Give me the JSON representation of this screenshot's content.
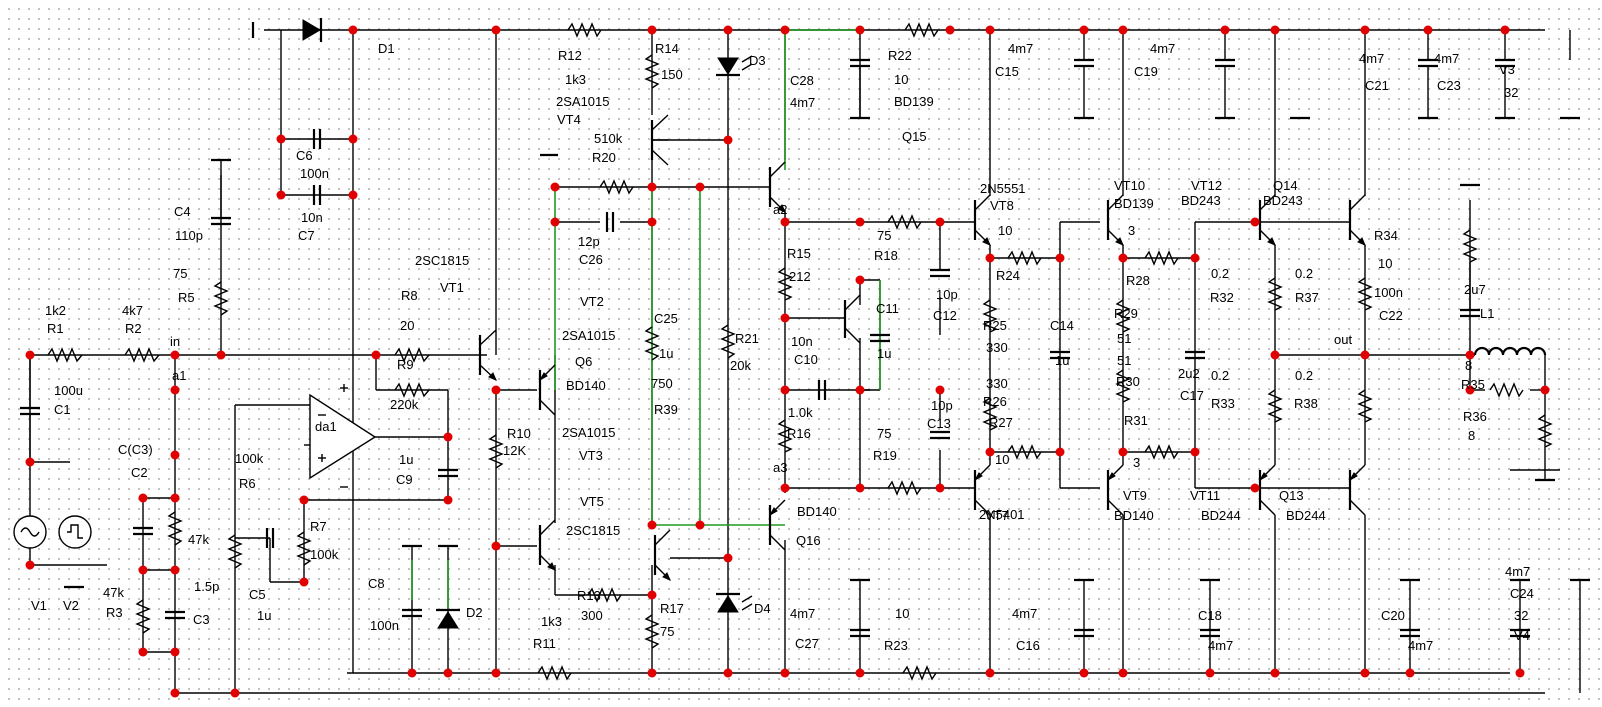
{
  "labels": [
    [
      "1k2",
      45,
      315
    ],
    [
      "R1",
      47,
      333
    ],
    [
      "4k7",
      122,
      315
    ],
    [
      "R2",
      125,
      333
    ],
    [
      "in",
      170,
      346
    ],
    [
      "a1",
      172,
      380
    ],
    [
      "100u",
      54,
      395
    ],
    [
      "C1",
      54,
      414
    ],
    [
      "C(C3)",
      118,
      454
    ],
    [
      "C2",
      131,
      477
    ],
    [
      "47k",
      188,
      544
    ],
    [
      "47k",
      103,
      597
    ],
    [
      "R3",
      106,
      617
    ],
    [
      "1.5p",
      194,
      591
    ],
    [
      "C3",
      193,
      624
    ],
    [
      "V1",
      31,
      610
    ],
    [
      "V2",
      63,
      610
    ],
    [
      "C4",
      174,
      216
    ],
    [
      "110p",
      175,
      240
    ],
    [
      "75",
      173,
      278
    ],
    [
      "R5",
      178,
      302
    ],
    [
      "D1",
      378,
      53
    ],
    [
      "C6",
      296,
      160
    ],
    [
      "100n",
      300,
      178
    ],
    [
      "10n",
      301,
      222
    ],
    [
      "C7",
      298,
      240
    ],
    [
      "2SC1815",
      415,
      265
    ],
    [
      "VT1",
      440,
      292
    ],
    [
      "R8",
      401,
      300
    ],
    [
      "20",
      400,
      330
    ],
    [
      "R9",
      397,
      369
    ],
    [
      "220k",
      390,
      409
    ],
    [
      "da1",
      315,
      431
    ],
    [
      "1u",
      399,
      464
    ],
    [
      "C9",
      396,
      484
    ],
    [
      "100k",
      235,
      463
    ],
    [
      "R6",
      239,
      488
    ],
    [
      "C5",
      249,
      599
    ],
    [
      "1u",
      257,
      620
    ],
    [
      "R7",
      310,
      531
    ],
    [
      "100k",
      310,
      559
    ],
    [
      "C8",
      368,
      588
    ],
    [
      "100n",
      370,
      630
    ],
    [
      "D2",
      466,
      617
    ],
    [
      "R10",
      507,
      438
    ],
    [
      "12K",
      503,
      455
    ],
    [
      "R12",
      558,
      60
    ],
    [
      "1k3",
      565,
      84
    ],
    [
      "2SA1015",
      556,
      106
    ],
    [
      "VT4",
      557,
      124
    ],
    [
      "R14",
      655,
      53
    ],
    [
      "150",
      661,
      79
    ],
    [
      "D3",
      749,
      65
    ],
    [
      "510k",
      594,
      143
    ],
    [
      "R20",
      592,
      162
    ],
    [
      "12p",
      578,
      246
    ],
    [
      "C26",
      579,
      264
    ],
    [
      "VT2",
      580,
      306
    ],
    [
      "2SA1015",
      562,
      340
    ],
    [
      "Q6",
      575,
      366
    ],
    [
      "BD140",
      566,
      390
    ],
    [
      "C25",
      654,
      323
    ],
    [
      "1u",
      659,
      358
    ],
    [
      "750",
      651,
      388
    ],
    [
      "R39",
      654,
      414
    ],
    [
      "R21",
      735,
      343
    ],
    [
      "20k",
      730,
      370
    ],
    [
      "2SA1015",
      562,
      437
    ],
    [
      "VT3",
      579,
      460
    ],
    [
      "VT5",
      580,
      506
    ],
    [
      "2SC1815",
      566,
      535
    ],
    [
      "R13",
      577,
      600
    ],
    [
      "300",
      581,
      620
    ],
    [
      "1k3",
      541,
      626
    ],
    [
      "R11",
      533,
      648
    ],
    [
      "R17",
      660,
      613
    ],
    [
      "75",
      660,
      636
    ],
    [
      "D4",
      754,
      613
    ],
    [
      "C28",
      790,
      85
    ],
    [
      "4m7",
      790,
      107
    ],
    [
      "R22",
      888,
      60
    ],
    [
      "10",
      894,
      84
    ],
    [
      "BD139",
      894,
      106
    ],
    [
      "Q15",
      902,
      141
    ],
    [
      "a2",
      773,
      214
    ],
    [
      "R15",
      787,
      258
    ],
    [
      "212",
      789,
      281
    ],
    [
      "R18",
      874,
      260
    ],
    [
      "75",
      877,
      240
    ],
    [
      "C11",
      876,
      313
    ],
    [
      "1u",
      877,
      358
    ],
    [
      "10n",
      791,
      346
    ],
    [
      "C10",
      794,
      364
    ],
    [
      "1.0k",
      788,
      417
    ],
    [
      "R16",
      787,
      438
    ],
    [
      "75",
      877,
      438
    ],
    [
      "R19",
      873,
      460
    ],
    [
      "a3",
      773,
      472
    ],
    [
      "BD140",
      797,
      516
    ],
    [
      "Q16",
      796,
      545
    ],
    [
      "4m7",
      790,
      618
    ],
    [
      "C27",
      795,
      648
    ],
    [
      "10",
      895,
      618
    ],
    [
      "R23",
      884,
      650
    ],
    [
      "4m7",
      1008,
      53
    ],
    [
      "C15",
      995,
      76
    ],
    [
      "4m7",
      1150,
      53
    ],
    [
      "C19",
      1134,
      76
    ],
    [
      "2N5551",
      980,
      193
    ],
    [
      "VT8",
      990,
      210
    ],
    [
      "10",
      998,
      235
    ],
    [
      "R24",
      996,
      280
    ],
    [
      "10p",
      936,
      299
    ],
    [
      "C12",
      933,
      320
    ],
    [
      "R25",
      983,
      330
    ],
    [
      "330",
      986,
      352
    ],
    [
      "330",
      986,
      388
    ],
    [
      "R26",
      983,
      406
    ],
    [
      "10p",
      931,
      410
    ],
    [
      "C13",
      927,
      428
    ],
    [
      "R27",
      989,
      427
    ],
    [
      "10",
      995,
      464
    ],
    [
      "2N5401",
      979,
      519
    ],
    [
      "VT7",
      985,
      520
    ],
    [
      "C14",
      1050,
      330
    ],
    [
      "1u",
      1055,
      365
    ],
    [
      "VT10",
      1114,
      190
    ],
    [
      "BD139",
      1114,
      208
    ],
    [
      "3",
      1128,
      235
    ],
    [
      "R28",
      1126,
      285
    ],
    [
      "R29",
      1114,
      318
    ],
    [
      "51",
      1117,
      343
    ],
    [
      "51",
      1117,
      365
    ],
    [
      "R30",
      1116,
      386
    ],
    [
      "R31",
      1124,
      425
    ],
    [
      "3",
      1133,
      467
    ],
    [
      "VT9",
      1123,
      500
    ],
    [
      "BD140",
      1114,
      520
    ],
    [
      "4m7",
      1012,
      618
    ],
    [
      "C16",
      1016,
      650
    ],
    [
      "C18",
      1198,
      620
    ],
    [
      "4m7",
      1208,
      650
    ],
    [
      "VT12",
      1191,
      190
    ],
    [
      "BD243",
      1181,
      205
    ],
    [
      "Q14",
      1273,
      190
    ],
    [
      "BD243",
      1263,
      205
    ],
    [
      "0.2",
      1211,
      278
    ],
    [
      "R32",
      1210,
      302
    ],
    [
      "0.2",
      1295,
      278
    ],
    [
      "R37",
      1295,
      302
    ],
    [
      "2u2",
      1178,
      378
    ],
    [
      "C17",
      1180,
      400
    ],
    [
      "0.2",
      1211,
      380
    ],
    [
      "R33",
      1211,
      408
    ],
    [
      "0.2",
      1295,
      380
    ],
    [
      "R38",
      1294,
      408
    ],
    [
      "VT11",
      1190,
      500
    ],
    [
      "BD244",
      1201,
      520
    ],
    [
      "Q13",
      1279,
      500
    ],
    [
      "BD244",
      1286,
      520
    ],
    [
      "out",
      1334,
      344
    ],
    [
      "R34",
      1374,
      240
    ],
    [
      "10",
      1378,
      268
    ],
    [
      "100n",
      1374,
      297
    ],
    [
      "C22",
      1379,
      320
    ],
    [
      "2u7",
      1464,
      294
    ],
    [
      "L1",
      1480,
      318
    ],
    [
      "8",
      1465,
      370
    ],
    [
      "R35",
      1461,
      389
    ],
    [
      "R36",
      1463,
      421
    ],
    [
      "8",
      1468,
      440
    ],
    [
      "4m7",
      1359,
      63
    ],
    [
      "C21",
      1365,
      90
    ],
    [
      "4m7",
      1434,
      63
    ],
    [
      "C23",
      1437,
      90
    ],
    [
      "V3",
      1499,
      74
    ],
    [
      "32",
      1504,
      97
    ],
    [
      "C20",
      1381,
      620
    ],
    [
      "4m7",
      1408,
      650
    ],
    [
      "4m7",
      1505,
      576
    ],
    [
      "C24",
      1510,
      598
    ],
    [
      "32",
      1514,
      620
    ],
    [
      "V4",
      1514,
      640
    ]
  ]
}
